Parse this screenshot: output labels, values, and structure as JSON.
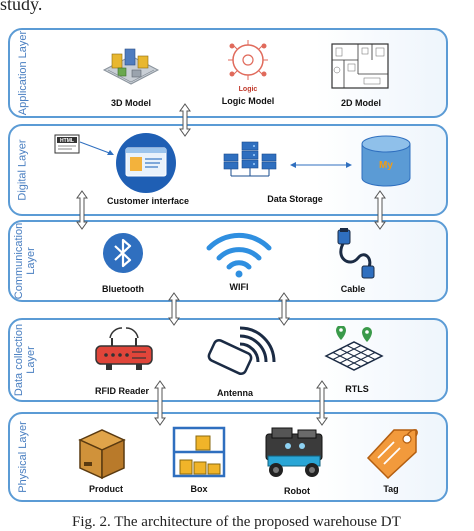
{
  "top_text": "study.",
  "caption": "Fig. 2. The architecture of the proposed warehouse DT",
  "layers": {
    "application": {
      "title": "Application Layer",
      "items": {
        "model3d": "3D Model",
        "logic": "Logic Model",
        "model2d": "2D Model"
      },
      "logic_icon_text": "Logic"
    },
    "digital": {
      "title_line1": "Digital",
      "title_line2": "Layer",
      "items": {
        "customer": "Customer interface",
        "storage": "Data Storage"
      },
      "html_badge": "HTML",
      "db_text": "My"
    },
    "communication": {
      "title_line1": "Communication",
      "title_line2": "Layer",
      "items": {
        "bluetooth": "Bluetooth",
        "wifi": "WIFI",
        "cable": "Cable"
      }
    },
    "data_collection": {
      "title_line1": "Data collection",
      "title_line2": "Layer",
      "items": {
        "rfid": "RFID Reader",
        "antenna": "Antenna",
        "rtls": "RTLS"
      }
    },
    "physical": {
      "title": "Physical Layer",
      "items": {
        "product": "Product",
        "box": "Box",
        "robot": "Robot",
        "tag": "Tag"
      }
    }
  },
  "colors": {
    "frame": "#5b9bd5",
    "title": "#4a7fc1",
    "arrow": "#555555",
    "accent": "#2f6fbf"
  }
}
